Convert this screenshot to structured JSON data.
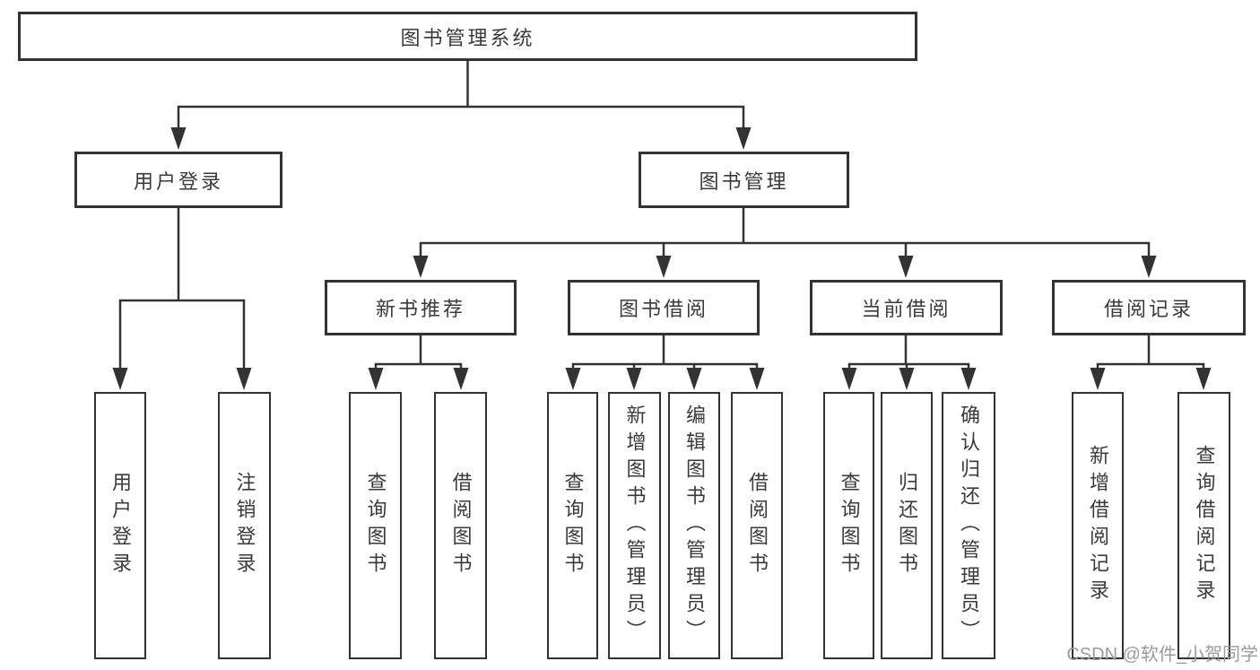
{
  "diagram": {
    "root": {
      "label": "图书管理系统"
    },
    "level2": [
      {
        "label": "用户登录"
      },
      {
        "label": "图书管理"
      }
    ],
    "level3": [
      {
        "label": "新书推荐"
      },
      {
        "label": "图书借阅"
      },
      {
        "label": "当前借阅"
      },
      {
        "label": "借阅记录"
      }
    ],
    "leaves": {
      "user_login": [
        {
          "label": "用户登录"
        },
        {
          "label": "注销登录"
        }
      ],
      "new_book_recommend": [
        {
          "label": "查询图书"
        },
        {
          "label": "借阅图书"
        }
      ],
      "book_borrowing": [
        {
          "label": "查询图书"
        },
        {
          "label": "新增图书（管理员）"
        },
        {
          "label": "编辑图书（管理员）"
        },
        {
          "label": "借阅图书"
        }
      ],
      "current_borrowing": [
        {
          "label": "查询图书"
        },
        {
          "label": "归还图书"
        },
        {
          "label": "确认归还（管理员）"
        }
      ],
      "borrow_records": [
        {
          "label": "新增借阅记录"
        },
        {
          "label": "查询借阅记录"
        }
      ]
    }
  },
  "watermark": {
    "text": "CSDN @软件_小贺同学"
  },
  "colors": {
    "line": "#333333",
    "text": "#3a3a3a",
    "watermark": "#9b9b9b",
    "background": "#ffffff"
  }
}
